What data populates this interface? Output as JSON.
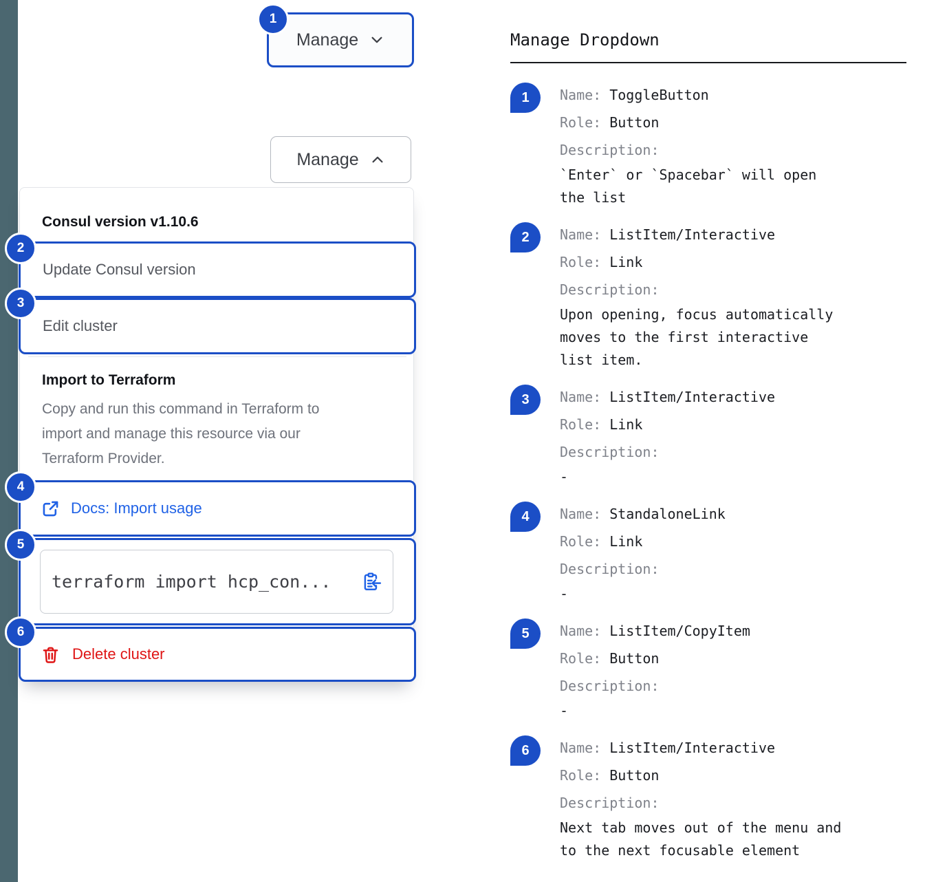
{
  "colors": {
    "accent_blue": "#1b4ec6",
    "link_blue": "#2062e6",
    "danger_red": "#df1515",
    "sidebar_strip": "#4b6770"
  },
  "left": {
    "toggle_button": {
      "badge": "1",
      "label": "Manage"
    },
    "expanded_button": {
      "label": "Manage"
    },
    "dropdown": {
      "version_header": "Consul version v1.10.6",
      "update_item": {
        "badge": "2",
        "label": "Update Consul version"
      },
      "edit_item": {
        "badge": "3",
        "label": "Edit cluster"
      },
      "import_header": "Import to Terraform",
      "import_description": "Copy and run this command in Terraform to import and manage this resource via our Terraform Provider.",
      "docs_link": {
        "badge": "4",
        "label": "Docs: Import usage"
      },
      "copy_item": {
        "badge": "5",
        "code": "terraform import hcp_con..."
      },
      "delete_item": {
        "badge": "6",
        "label": "Delete cluster"
      }
    }
  },
  "right": {
    "title": "Manage Dropdown",
    "labels": {
      "name": "Name:",
      "role": "Role:",
      "description": "Description:"
    },
    "items": [
      {
        "num": "1",
        "name": "ToggleButton",
        "role": "Button",
        "description": "`Enter` or `Spacebar` will open the list"
      },
      {
        "num": "2",
        "name": "ListItem/Interactive",
        "role": "Link",
        "description": "Upon opening, focus automatically moves to the first interactive list item."
      },
      {
        "num": "3",
        "name": "ListItem/Interactive",
        "role": "Link",
        "description": "-"
      },
      {
        "num": "4",
        "name": "StandaloneLink",
        "role": "Link",
        "description": "-"
      },
      {
        "num": "5",
        "name": "ListItem/CopyItem",
        "role": "Button",
        "description": "-"
      },
      {
        "num": "6",
        "name": "ListItem/Interactive",
        "role": "Button",
        "description": "Next tab moves out of the menu and to the next focusable element"
      }
    ]
  }
}
